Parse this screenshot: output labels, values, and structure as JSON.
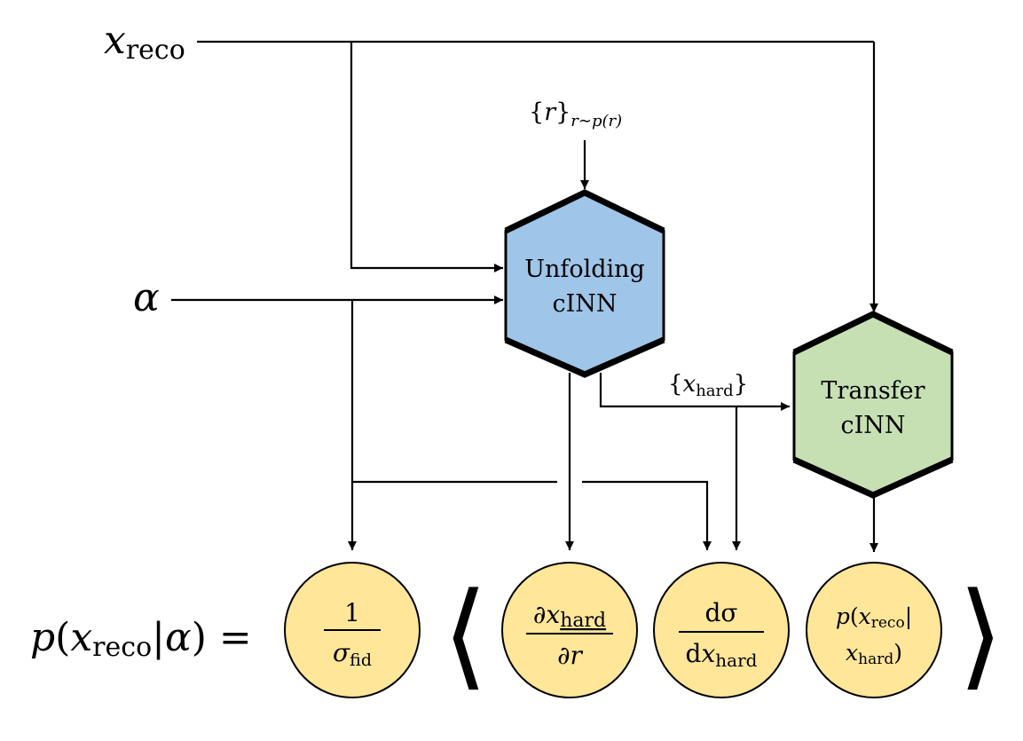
{
  "inputs": {
    "x_reco": {
      "symbol": "x",
      "subscript": "reco"
    },
    "alpha": {
      "symbol": "α"
    },
    "noise": {
      "open": "{",
      "symbol": "r",
      "close": "}",
      "subscript": "r∼p(r)"
    }
  },
  "nodes": {
    "unfolding": {
      "line1": "Unfolding",
      "line2": "cINN",
      "fill": "#9fc5e8"
    },
    "transfer": {
      "line1": "Transfer",
      "line2": "cINN",
      "fill": "#c6e0b4"
    }
  },
  "edge_labels": {
    "x_hard_samples": {
      "open": "{",
      "symbol": "x",
      "subscript": "hard",
      "close": "}"
    }
  },
  "equation": {
    "lhs": {
      "p": "p",
      "open": "(",
      "x": "x",
      "x_sub": "reco",
      "bar": "|",
      "alpha": "α",
      "close": ")",
      "equals": "="
    },
    "angle_left": "⟨",
    "angle_right": "⟩",
    "term_fid": {
      "num": "1",
      "den_symbol": "σ",
      "den_sub": "fid"
    },
    "term_jacobian": {
      "num_d": "∂",
      "num_x": "x",
      "num_sub": "hard",
      "den": "∂r"
    },
    "term_xsec": {
      "num": "dσ",
      "den_d": "d",
      "den_x": "x",
      "den_sub": "hard"
    },
    "term_transfer": {
      "line1_p": "p",
      "line1_open": "(",
      "line1_x": "x",
      "line1_sub": "reco",
      "line1_bar": "|",
      "line2_x": "x",
      "line2_sub": "hard",
      "line2_close": ")"
    },
    "circle_fill": "#ffe699"
  }
}
